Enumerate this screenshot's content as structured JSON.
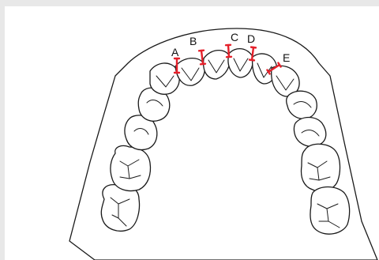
{
  "diagram": {
    "labels": [
      "A",
      "B",
      "C",
      "D",
      "E"
    ]
  },
  "colors": {
    "background": "#e8e8e8",
    "paper": "#ffffff",
    "ink": "#1a1a1a",
    "contact_marker": "#e5202a"
  }
}
